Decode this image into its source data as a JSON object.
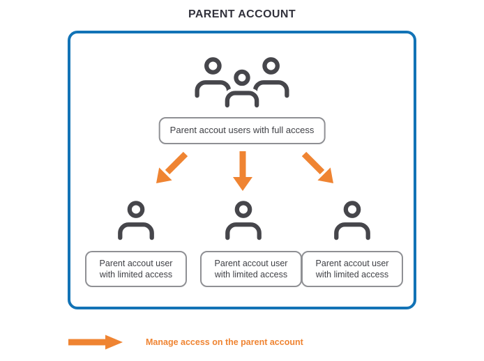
{
  "title": "PARENT ACCOUNT",
  "colors": {
    "box_border": "#1273b6",
    "arrow": "#ef8432",
    "icon": "#46464b",
    "label_border": "#8f9094",
    "label_text": "#3e3f44",
    "title_text": "#32323c",
    "background": "#ffffff"
  },
  "diagram": {
    "group_icon": "users-group-icon",
    "full_access_label": "Parent accout users with full access",
    "arrows": [
      {
        "icon": "arrow-down-left"
      },
      {
        "icon": "arrow-down"
      },
      {
        "icon": "arrow-down-right"
      }
    ],
    "limited_users": [
      {
        "icon": "user-icon",
        "label": "Parent accout user with limited access"
      },
      {
        "icon": "user-icon",
        "label": "Parent accout user with limited access"
      },
      {
        "icon": "user-icon",
        "label": "Parent accout user with limited access"
      }
    ]
  },
  "legend": {
    "arrow_icon": "arrow-right",
    "text": "Manage access on the parent account"
  }
}
